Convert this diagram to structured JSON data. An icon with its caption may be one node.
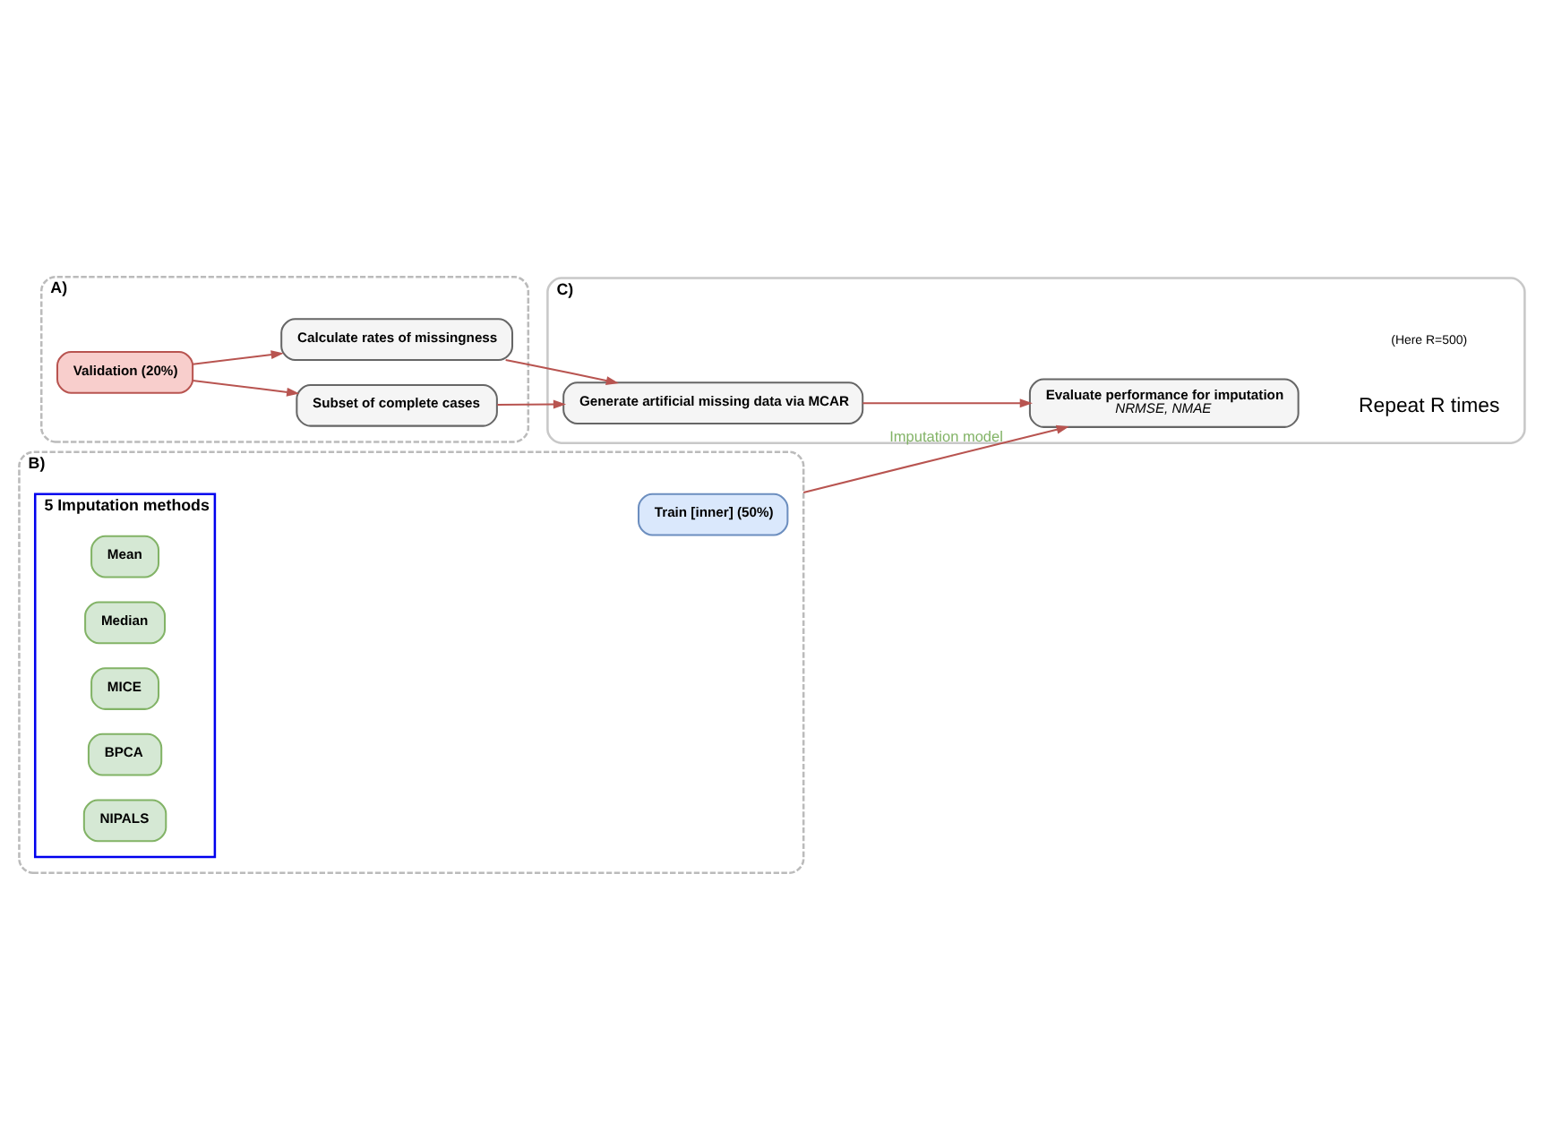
{
  "diagram": {
    "nodes": [
      {
        "text": [
          "A)"
        ]
      },
      {
        "text": [
          "Validation (20%)"
        ],
        "in": 0
      },
      {
        "text": [
          "Calculate rates of missingness"
        ],
        "in": 0
      },
      {
        "text": [
          "Subset of complete cases"
        ],
        "in": 0
      },
      {
        "text": [
          "B)"
        ]
      },
      {
        "text": [
          "Train [inner] (50%)"
        ],
        "in": 4
      },
      {
        "text": [
          "5 Imputation methods"
        ],
        "in": 4
      },
      {
        "text": [
          "Mean"
        ],
        "in": 6
      },
      {
        "text": [
          "Median"
        ],
        "in": 6
      },
      {
        "text": [
          "MICE"
        ],
        "in": 6
      },
      {
        "text": [
          "BPCA"
        ],
        "in": 6
      },
      {
        "text": [
          "NIPALS"
        ],
        "in": 6
      },
      {
        "text": [
          "C)"
        ],
        "beside": [
          "Repeat R times",
          "(Here R=500)"
        ]
      },
      {
        "text": [
          "Generate artificial missing data via MCAR"
        ],
        "in": 12
      },
      {
        "text": [
          "Evaluate performance for imputation",
          "NRMSE, NMAE"
        ],
        "in": 12
      }
    ],
    "edges": [
      {
        "from": 1,
        "to": 2,
        "arrow": "to"
      },
      {
        "from": 1,
        "to": 3,
        "arrow": "to"
      },
      {
        "from": 2,
        "to": 13,
        "arrow": "to"
      },
      {
        "from": 3,
        "to": 13,
        "arrow": "to"
      },
      {
        "from": 13,
        "to": 14,
        "arrow": "to"
      },
      {
        "from": 4,
        "to": 14,
        "arrow": "to",
        "label": "Imputation model"
      }
    ]
  }
}
